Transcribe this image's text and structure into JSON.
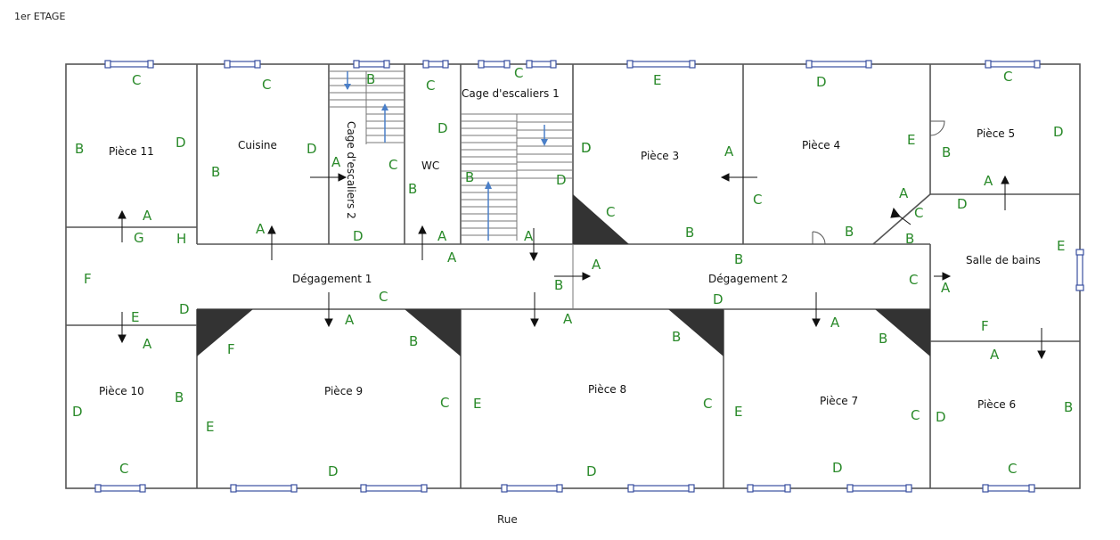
{
  "header": {
    "title": "1er ETAGE"
  },
  "footer": {
    "street": "Rue"
  },
  "colors": {
    "wall_letter": "#2a8a2a",
    "window": "#3a4fa0",
    "stair_arrow": "#4a7fc8",
    "wall": "#555555",
    "corner_fill": "#333333"
  },
  "rooms": {
    "piece11": "Pièce 11",
    "cuisine": "Cuisine",
    "cage2": "Cage d'escaliers 2",
    "wc": "WC",
    "cage1": "Cage d'escaliers 1",
    "piece3": "Pièce 3",
    "piece4": "Pièce 4",
    "piece5": "Pièce 5",
    "sdb": "Salle de bains",
    "deg1": "Dégagement 1",
    "deg2": "Dégagement 2",
    "piece10": "Pièce 10",
    "piece9": "Pièce 9",
    "piece8": "Pièce 8",
    "piece7": "Pièce 7",
    "piece6": "Pièce 6"
  },
  "wall_letters": {
    "p11": [
      "C",
      "B",
      "D",
      "A",
      "G",
      "H"
    ],
    "cuisine": [
      "C",
      "B",
      "D",
      "A"
    ],
    "cage2": [
      "B",
      "A",
      "C",
      "D"
    ],
    "wc": [
      "C",
      "B",
      "D",
      "A"
    ],
    "cage1": [
      "C",
      "D",
      "B",
      "D",
      "A"
    ],
    "p3": [
      "E",
      "D",
      "A",
      "C",
      "B"
    ],
    "p4": [
      "D",
      "C",
      "E",
      "A",
      "B"
    ],
    "p5": [
      "C",
      "B",
      "D",
      "A"
    ],
    "sdb": [
      "D",
      "C",
      "B",
      "E",
      "C",
      "A",
      "F"
    ],
    "deg1": [
      "F",
      "A",
      "C",
      "D",
      "E",
      "B"
    ],
    "deg2": [
      "B",
      "A",
      "D"
    ],
    "p10": [
      "A",
      "D",
      "B",
      "C"
    ],
    "p9": [
      "F",
      "A",
      "B",
      "E",
      "C",
      "D"
    ],
    "p8": [
      "A",
      "B",
      "E",
      "C",
      "D"
    ],
    "p7": [
      "A",
      "B",
      "E",
      "C",
      "D"
    ],
    "p6": [
      "A",
      "D",
      "B",
      "C"
    ]
  }
}
